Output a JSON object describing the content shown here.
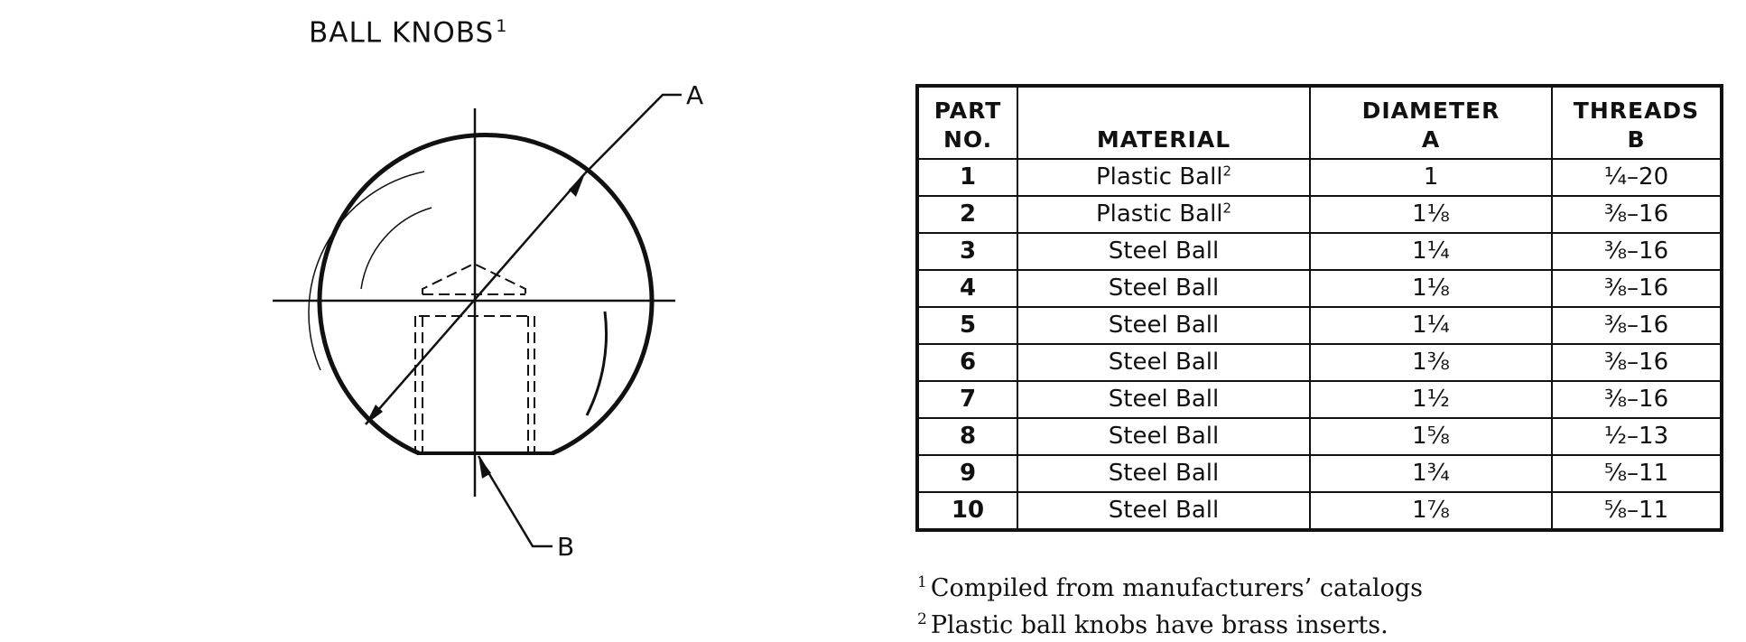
{
  "title": {
    "text": "BALL KNOBS",
    "sup": "1"
  },
  "drawing": {
    "label_a": "A",
    "label_b": "B"
  },
  "table": {
    "headers": {
      "part_line1": "PART",
      "part_line2": "NO.",
      "material": "MATERIAL",
      "diameter_line1": "DIAMETER",
      "diameter_line2": "A",
      "threads_line1": "THREADS",
      "threads_line2": "B"
    },
    "rows": [
      {
        "part": "1",
        "material": "Plastic Ball",
        "sup": "2",
        "diameter": "1",
        "threads": "¼–20"
      },
      {
        "part": "2",
        "material": "Plastic Ball",
        "sup": "2",
        "diameter": "1⅛",
        "threads": "⅜–16"
      },
      {
        "part": "3",
        "material": "Steel Ball",
        "sup": "",
        "diameter": "1¼",
        "threads": "⅜–16"
      },
      {
        "part": "4",
        "material": "Steel Ball",
        "sup": "",
        "diameter": "1⅛",
        "threads": "⅜–16"
      },
      {
        "part": "5",
        "material": "Steel Ball",
        "sup": "",
        "diameter": "1¼",
        "threads": "⅜–16"
      },
      {
        "part": "6",
        "material": "Steel Ball",
        "sup": "",
        "diameter": "1⅜",
        "threads": "⅜–16"
      },
      {
        "part": "7",
        "material": "Steel Ball",
        "sup": "",
        "diameter": "1½",
        "threads": "⅜–16"
      },
      {
        "part": "8",
        "material": "Steel Ball",
        "sup": "",
        "diameter": "1⅝",
        "threads": "½–13"
      },
      {
        "part": "9",
        "material": "Steel Ball",
        "sup": "",
        "diameter": "1¾",
        "threads": "⅝–11"
      },
      {
        "part": "10",
        "material": "Steel Ball",
        "sup": "",
        "diameter": "1⅞",
        "threads": "⅝–11"
      }
    ]
  },
  "footnotes": [
    {
      "marker": "1",
      "text": "Compiled from manufacturers’ catalogs"
    },
    {
      "marker": "2",
      "text": "Plastic ball knobs have brass inserts."
    }
  ]
}
